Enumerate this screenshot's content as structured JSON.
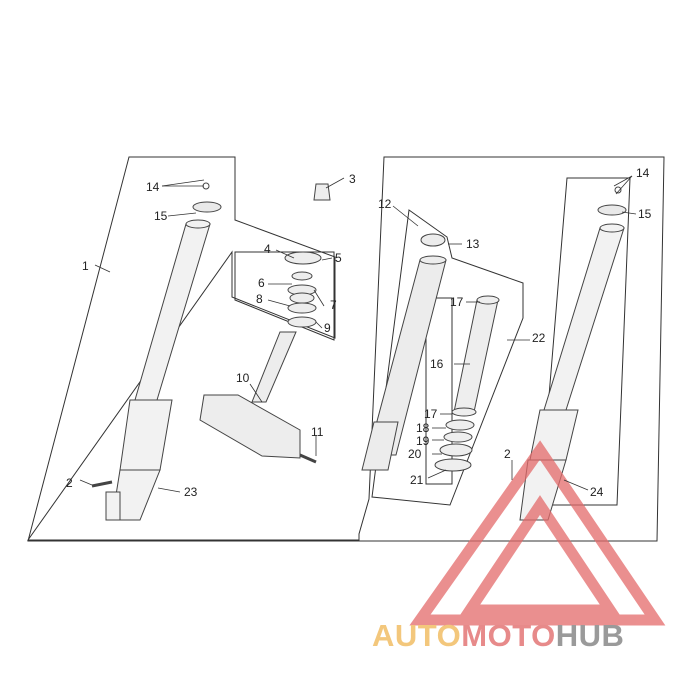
{
  "diagram": {
    "callouts": [
      "1",
      "2",
      "2",
      "3",
      "4",
      "5",
      "6",
      "7",
      "8",
      "9",
      "10",
      "11",
      "12",
      "13",
      "14",
      "14",
      "15",
      "15",
      "16",
      "17",
      "17",
      "18",
      "19",
      "20",
      "21",
      "22",
      "23",
      "24"
    ]
  },
  "watermark": {
    "part1": "AUTO",
    "part2": "MOTO",
    "part3": "HUB",
    "colors": {
      "part1": "#f3c77c",
      "part2": "#e78a8a",
      "part3": "#9a9a9a",
      "triangle": "#e46a6a"
    }
  }
}
